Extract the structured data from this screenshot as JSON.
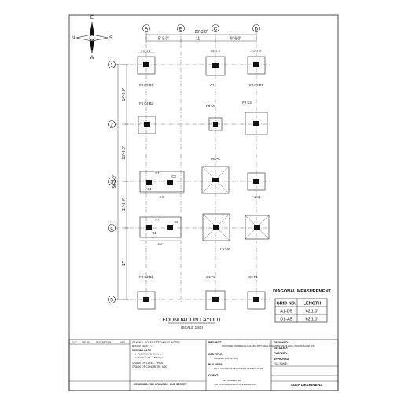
{
  "compass": {
    "n": "N",
    "e": "E",
    "s": "S",
    "w": "W"
  },
  "grid": {
    "cols": [
      "A",
      "B",
      "C",
      "D"
    ],
    "rows": [
      "1",
      "2",
      "3",
      "4",
      "5"
    ],
    "top_overall": "26'-3.0\"",
    "top_spans": [
      "5'-9.0\"",
      "11'",
      "9'-6.0\""
    ],
    "left_overall": "56'-3.0\"",
    "left_spans": [
      "14'-6.0\"",
      "13'-9.0\"",
      "11'-3.0\"",
      "17'"
    ]
  },
  "footing_tags": {
    "f3c2": "F3 C2 B1",
    "f4c2": "F4 C2 B1",
    "f5c4": "F5 C4 B2",
    "f6c6": "F6 C6",
    "f2c4": "F2 C4",
    "f5c5": "F5 C5",
    "f7a": "F7",
    "f7b": "F7",
    "c1a": "C1",
    "c3a": "C3",
    "c1b": "C1",
    "c3b": "C3",
    "f1c1": "F1 C1",
    "c2a": "C2",
    "f8c6": "F8 C6",
    "f4c2b": "F4 C2 B1",
    "c2f2": "C2 F2",
    "c2f1": "C2 F1",
    "c1c": "C1"
  },
  "diagonal": {
    "title": "DIAGONAL MEASUREMENT",
    "header": [
      "GRID NO.",
      "LENGTH"
    ],
    "rows": [
      [
        "A1-D5",
        "62'1.0\""
      ],
      [
        "D1-A5",
        "62'1.0\""
      ]
    ]
  },
  "layout_title": "FOUNDATION LAYOUT",
  "scale": "(SCALE 1:60)",
  "title_block": {
    "rev_headers": [
      "S.NO",
      "DRG NO.",
      "DESCRIPTION",
      "DATE"
    ],
    "notes": [
      "GENERAL NOTES & TECHNICAL NOTES",
      "REFER SHEET 1",
      "DESIGN LOADS",
      "1. FLOOR SLAB - 3kN/sq.m",
      "2. ROOF SLAB - 1.5kN/sq.m",
      "GRADE OF STEEL : Fe500",
      "GRADE OF CONCRETE : M20"
    ],
    "designed_for": "DESIGNED FOR GROUND + ONE STOREY",
    "project_label": "PROJECT:",
    "project_text": "PROPOSED COMMERCIAL BUILDING WITH NAME AT ILLUPPAIYUR VILLAGE, VIRUDHUNAGAR (DT)",
    "job_label": "JOB TITLE:",
    "job_text": "FOUNDATION LAYOUT",
    "builders_label": "BUILDERS:",
    "builders_text": "SUJA GROUP OF DESIGNERS AND BUILDERS",
    "client_label": "CLIENT:",
    "client_text": "MR. SURESHPAL",
    "client_text2": "SRI VINAYAGA FURNITURES,MADURAI",
    "sign_labels": [
      "DESIGNED:",
      "DETAILED:",
      "CHECKED:",
      "APPROVED:",
      "FILE NAME:"
    ],
    "firm": "SUJA DESIGNERS"
  }
}
